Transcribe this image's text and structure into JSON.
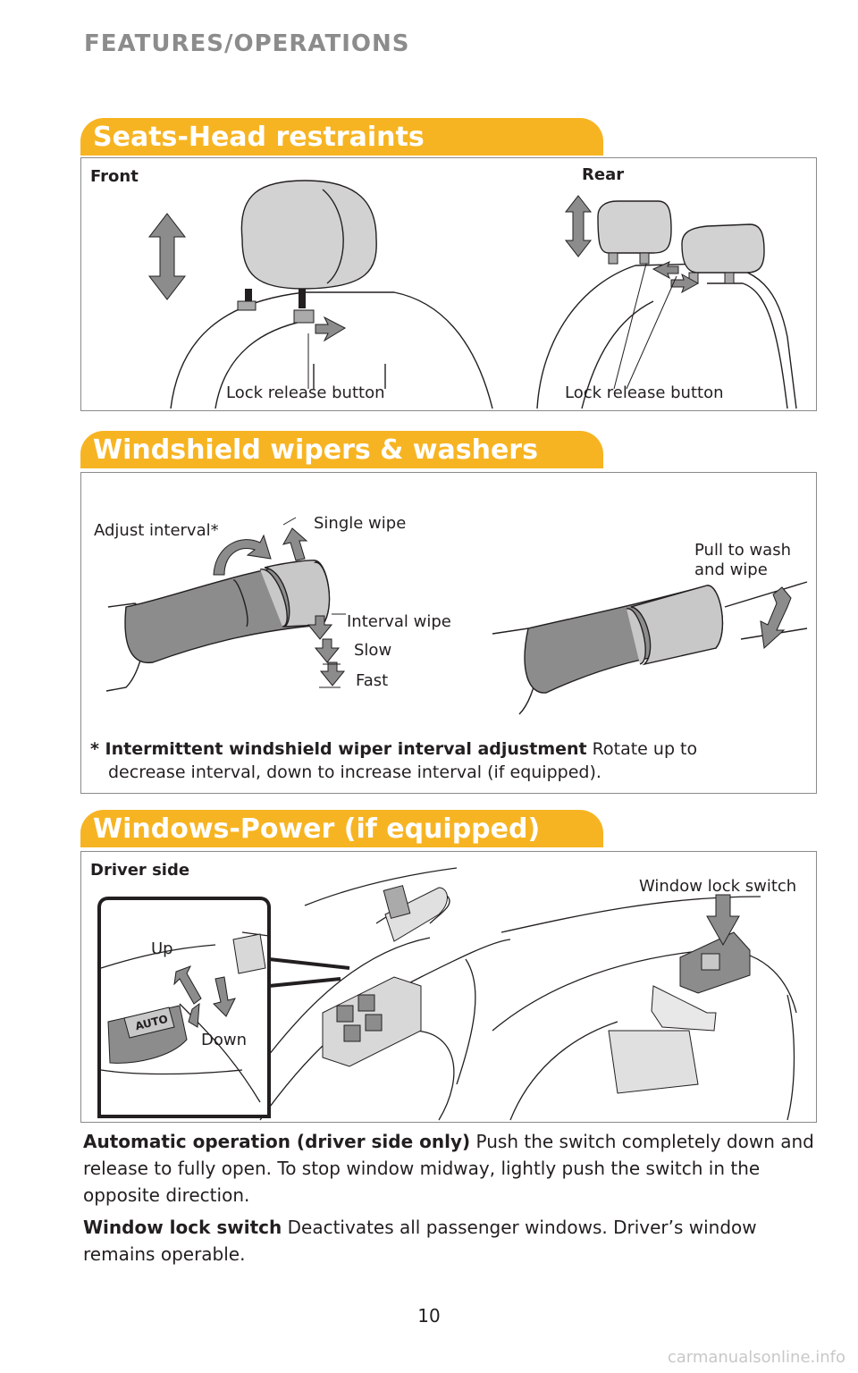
{
  "header": {
    "title": "FEATURES/OPERATIONS"
  },
  "seats": {
    "title": "Seats-Head restraints",
    "front_label": "Front",
    "rear_label": "Rear",
    "front_lock": "Lock release button",
    "rear_lock": "Lock release button"
  },
  "wipers": {
    "title": "Windshield wipers & washers",
    "adjust_interval": "Adjust interval*",
    "single_wipe": "Single wipe",
    "interval_wipe": "Interval wipe",
    "slow": "Slow",
    "fast": "Fast",
    "pull_to_wash_1": "Pull to wash",
    "pull_to_wash_2": "and wipe",
    "note_bold": "* Intermittent windshield wiper interval adjustment",
    "note_text_1": " Rotate up to",
    "note_text_2": "decrease interval, down to increase interval (if equipped)."
  },
  "windows": {
    "title": "Windows-Power (if equipped)",
    "driver_side": "Driver side",
    "window_lock_switch": "Window lock switch",
    "up": "Up",
    "down": "Down",
    "auto": "AUTO"
  },
  "body_text": {
    "auto_op_bold": "Automatic operation (driver side only)",
    "auto_op_text": " Push the switch completely down and release to fully open. To stop window midway, lightly push the switch in the opposite direction.",
    "lock_bold": "Window lock switch",
    "lock_text": " Deactivates all passenger windows. Driver’s window remains operable."
  },
  "footer": {
    "page_number": "10",
    "watermark": "carmanualsonline.info"
  },
  "colors": {
    "accent": "#f7b422",
    "arrow_gray": "#8c8c8c",
    "text": "#231f20"
  }
}
